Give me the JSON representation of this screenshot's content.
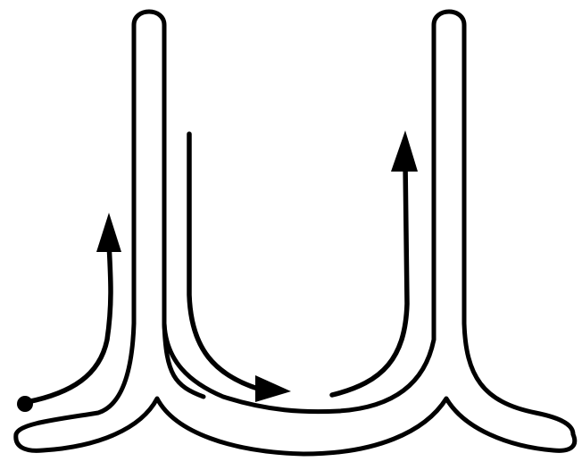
{
  "diagram": {
    "colors": {
      "line": "#000000",
      "background": "#ffffff"
    },
    "parts": [
      "tube-left-chimney",
      "tube-right-chimney",
      "horizontal-duct",
      "flow-path-left",
      "flow-path-center",
      "flow-path-right",
      "start-dot"
    ]
  }
}
